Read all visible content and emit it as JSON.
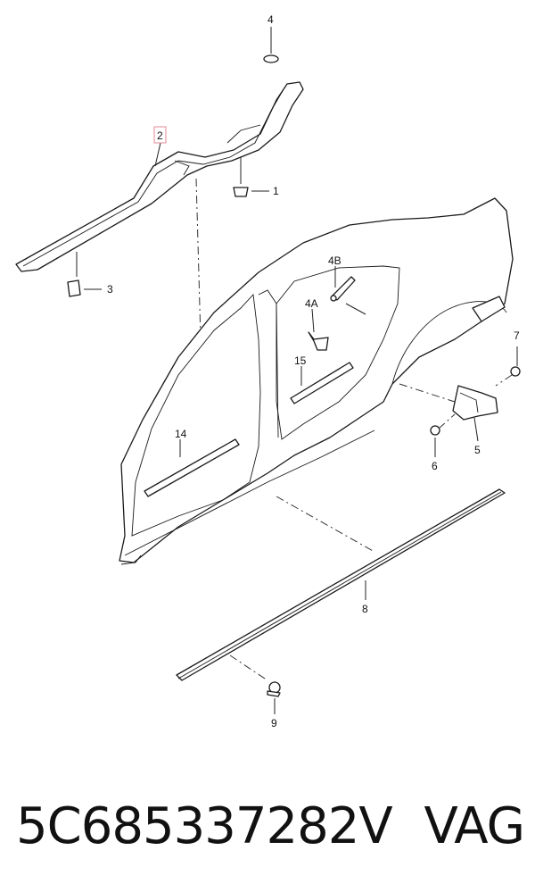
{
  "callouts": {
    "c1": "1",
    "c2": "2",
    "c3": "3",
    "c4": "4",
    "c4a": "4A",
    "c4b": "4B",
    "c5": "5",
    "c6": "6",
    "c7": "7",
    "c8": "8",
    "c9": "9",
    "c14": "14",
    "c15": "15"
  },
  "caption": {
    "part_number": "5C685337282V",
    "brand": "VAG"
  },
  "colors": {
    "highlight_box": "#e58a94",
    "line": "#1a1a1a"
  }
}
